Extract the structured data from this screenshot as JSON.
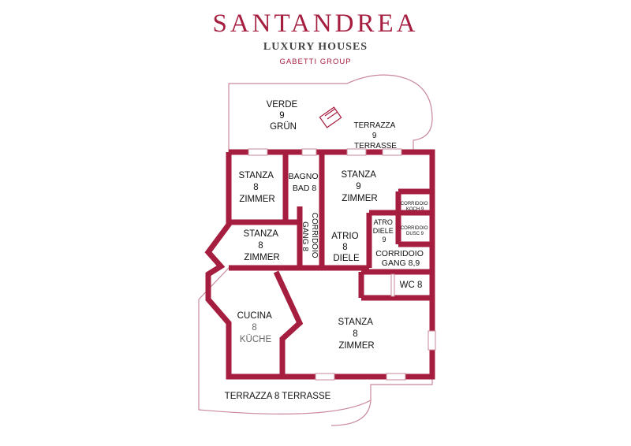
{
  "header": {
    "brand": "SANTANDREA",
    "subtitle": "LUXURY HOUSES",
    "group": "GABETTI GROUP"
  },
  "colors": {
    "wall": "#a61e3f",
    "thin": "#c9889a",
    "text": "#111111"
  },
  "rooms": {
    "verde": [
      "VERDE",
      "9",
      "GRÜN"
    ],
    "terrazza9": [
      "TERRAZZA",
      "9",
      "TERRASSE"
    ],
    "stanza8_top": [
      "STANZA",
      "8",
      "ZIMMER"
    ],
    "bagno": [
      "BAGNO",
      "BAD 8"
    ],
    "stanza9": [
      "STANZA",
      "9",
      "ZIMMER"
    ],
    "corridoio_koch": [
      "CORRIDOIO",
      "KOCH 9"
    ],
    "corridoio_dusc": [
      "CORRIDOIO",
      "DUSC 9"
    ],
    "atrio9": [
      "ATRO",
      "DIELE",
      "9"
    ],
    "corridoio_vert": [
      "CORRIDOIO",
      "GANG 8"
    ],
    "stanza8_mid": [
      "STANZA",
      "8",
      "ZIMMER"
    ],
    "atrio8": [
      "ATRIO",
      "8",
      "DIELE"
    ],
    "corridoio_gang89": [
      "CORRIDOIO",
      "GANG 8,9"
    ],
    "wc8": [
      "WC 8"
    ],
    "cucina": [
      "CUCINA",
      "8",
      "KÜCHE"
    ],
    "stanza8_big": [
      "STANZA",
      "8",
      "ZIMMER"
    ],
    "terrazza8": [
      "TERRAZZA 8 TERRASSE"
    ]
  }
}
